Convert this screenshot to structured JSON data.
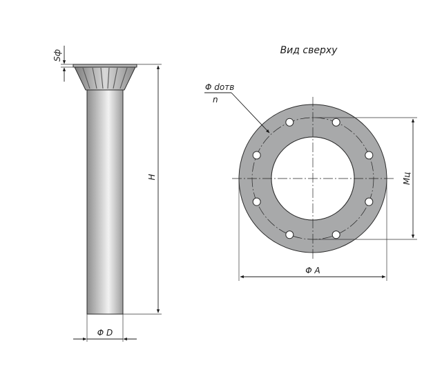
{
  "diagram": {
    "top_view_title": "Вид сверху",
    "labels": {
      "flange_thickness": "Sф",
      "height": "H",
      "pipe_diameter": "Φ D",
      "hole_diameter": "Φ dотв",
      "hole_count": "n",
      "flange_diameter": "Φ A",
      "mounting_distance": "Mц"
    },
    "flange_hole_count": 8,
    "colors": {
      "flange_fill": "#a8a9aa",
      "pipe_dark": "#9a9a9a",
      "pipe_light": "#ececec",
      "line": "#1a1a1a"
    }
  }
}
